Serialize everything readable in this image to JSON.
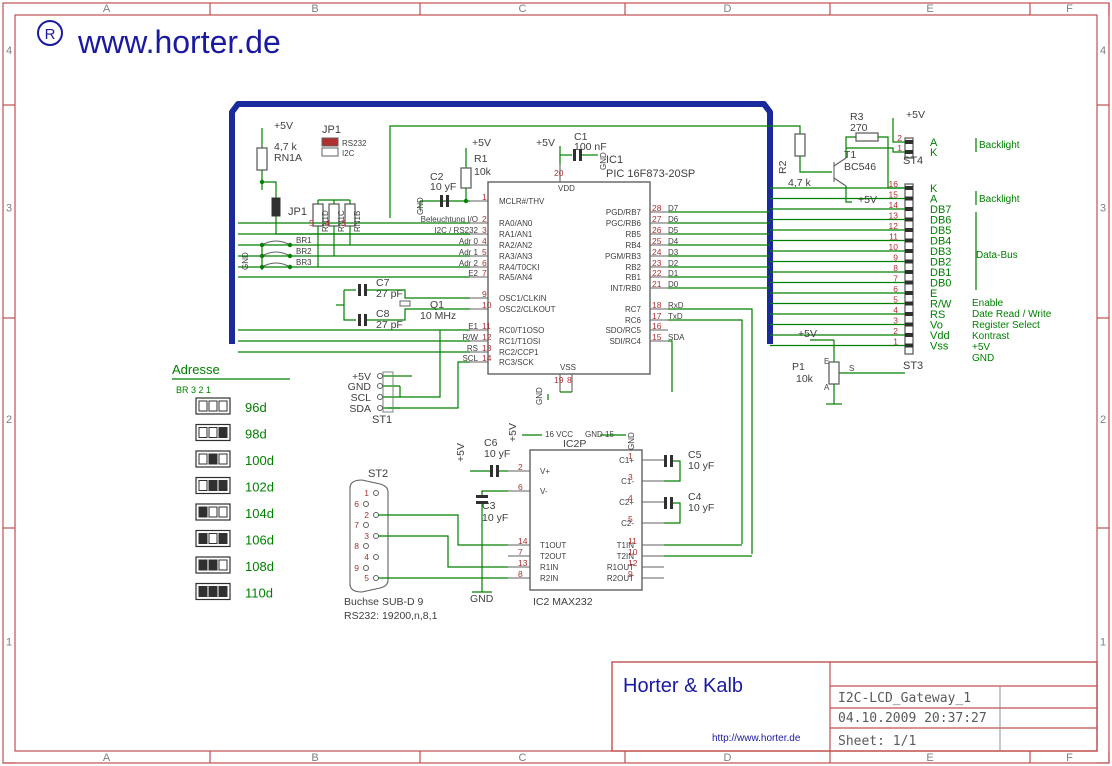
{
  "header": {
    "reg_symbol": "®",
    "website": "www.horter.de"
  },
  "frame": {
    "columns": [
      "A",
      "B",
      "C",
      "D",
      "E",
      "F"
    ],
    "rows": [
      "4",
      "3",
      "2",
      "1"
    ]
  },
  "title_block": {
    "company": "Horter & Kalb",
    "url": "http://www.horter.de",
    "drawing_name": "I2C-LCD_Gateway_1",
    "date": "04.10.2009 20:37:27",
    "sheet": "Sheet: 1/1"
  },
  "address_table": {
    "title": "Adresse",
    "header": "BR 3 2 1",
    "rows": [
      "96d",
      "98d",
      "100d",
      "102d",
      "104d",
      "106d",
      "108d",
      "110d"
    ],
    "fills": [
      [
        0,
        0,
        0
      ],
      [
        0,
        0,
        1
      ],
      [
        0,
        1,
        0
      ],
      [
        0,
        1,
        1
      ],
      [
        1,
        0,
        0
      ],
      [
        1,
        0,
        1
      ],
      [
        1,
        1,
        0
      ],
      [
        1,
        1,
        1
      ]
    ]
  },
  "ic1": {
    "name": "IC1",
    "type": "PIC 16F873-20SP",
    "vdd": "VDD",
    "vss": "VSS",
    "left_pins": [
      {
        "n": "1",
        "name": "MCLR#/THV",
        "net": ""
      },
      {
        "n": "2",
        "name": "RA0/AN0",
        "net": "Beleuchtung I/O"
      },
      {
        "n": "3",
        "name": "RA1/AN1",
        "net": "I2C / RS232"
      },
      {
        "n": "4",
        "name": "RA2/AN2",
        "net": "Adr 0"
      },
      {
        "n": "5",
        "name": "RA3/AN3",
        "net": "Adr 1"
      },
      {
        "n": "6",
        "name": "RA4/T0CKI",
        "net": "Adr 2"
      },
      {
        "n": "7",
        "name": "RA5/AN4",
        "net": "E2"
      },
      {
        "n": "9",
        "name": "OSC1/CLKIN",
        "net": ""
      },
      {
        "n": "10",
        "name": "OSC2/CLKOUT",
        "net": ""
      },
      {
        "n": "11",
        "name": "RC0/T1OSO",
        "net": "E1"
      },
      {
        "n": "12",
        "name": "RC1/T1OSI",
        "net": "R/W"
      },
      {
        "n": "13",
        "name": "RC2/CCP1",
        "net": "RS"
      },
      {
        "n": "14",
        "name": "RC3/SCK",
        "net": "SCL"
      }
    ],
    "right_pins": [
      {
        "n": "28",
        "name": "PGD/RB7",
        "net": "D7"
      },
      {
        "n": "27",
        "name": "PGC/RB6",
        "net": "D6"
      },
      {
        "n": "26",
        "name": "RB5",
        "net": "D5"
      },
      {
        "n": "25",
        "name": "RB4",
        "net": "D4"
      },
      {
        "n": "24",
        "name": "PGM/RB3",
        "net": "D3"
      },
      {
        "n": "23",
        "name": "RB2",
        "net": "D2"
      },
      {
        "n": "22",
        "name": "RB1",
        "net": "D1"
      },
      {
        "n": "21",
        "name": "INT/RB0",
        "net": "D0"
      },
      {
        "n": "18",
        "name": "RC7",
        "net": "RxD"
      },
      {
        "n": "17",
        "name": "RC6",
        "net": "TxD"
      },
      {
        "n": "16",
        "name": "SDO/RC5",
        "net": ""
      },
      {
        "n": "15",
        "name": "SDI/RC4",
        "net": "SDA"
      }
    ],
    "vdd_pin": "20",
    "vss_pins": [
      "19",
      "8"
    ]
  },
  "ic2": {
    "name": "IC2",
    "type": "MAX232",
    "ref": "IC2P",
    "vcc": "16 VCC",
    "gnd": "GND 15",
    "left_pins": [
      {
        "n": "2",
        "name": "V+"
      },
      {
        "n": "6",
        "name": "V-"
      },
      {
        "n": "14",
        "name": "T1OUT"
      },
      {
        "n": "7",
        "name": "T2OUT"
      },
      {
        "n": "13",
        "name": "R1IN"
      },
      {
        "n": "8",
        "name": "R2IN"
      }
    ],
    "right_pins": [
      {
        "n": "1",
        "name": "C1+"
      },
      {
        "n": "3",
        "name": "C1-"
      },
      {
        "n": "4",
        "name": "C2+"
      },
      {
        "n": "5",
        "name": "C2-"
      },
      {
        "n": "11",
        "name": "T1IN"
      },
      {
        "n": "10",
        "name": "T2IN"
      },
      {
        "n": "12",
        "name": "R1OUT"
      },
      {
        "n": "9",
        "name": "R2OUT"
      }
    ]
  },
  "components": {
    "rn1": {
      "name": "RN1A",
      "value": "4,7 k",
      "supply": "+5V"
    },
    "jp1_top": {
      "name": "JP1",
      "label_a": "RS232",
      "label_b": "I2C"
    },
    "jp1_side": {
      "name": "JP1"
    },
    "rn_b": {
      "names": [
        "RN1D",
        "RN1C",
        "RN1B"
      ],
      "pins": [
        "5",
        "4",
        "3"
      ]
    },
    "br": [
      "BR1",
      "BR2",
      "BR3"
    ],
    "r1": {
      "name": "R1",
      "value": "10k",
      "supply": "+5V"
    },
    "c2": {
      "name": "C2",
      "value": "10 yF"
    },
    "c1": {
      "name": "C1",
      "value": "100 nF",
      "supply": "+5V"
    },
    "c7": {
      "name": "C7",
      "value": "27 pF"
    },
    "c8": {
      "name": "C8",
      "value": "27 pF"
    },
    "q1": {
      "name": "Q1",
      "value": "10 MHz"
    },
    "r2": {
      "name": "R2",
      "value": "4,7 k"
    },
    "r3": {
      "name": "R3",
      "value": "270",
      "supply": "+5V"
    },
    "t1": {
      "name": "T1",
      "value": "BC546"
    },
    "p1": {
      "name": "P1",
      "value": "10k",
      "supply": "+5V"
    },
    "c6": {
      "name": "C6",
      "value": "10 yF",
      "supply": "+5V"
    },
    "c3": {
      "name": "C3",
      "value": "10 yF"
    },
    "c5": {
      "name": "C5",
      "value": "10 yF"
    },
    "c4": {
      "name": "C4",
      "value": "10 yF"
    },
    "gnd": "GND",
    "plus5v": "+5V"
  },
  "st1": {
    "name": "ST1",
    "pins": [
      "+5V",
      "GND",
      "SCL",
      "SDA"
    ]
  },
  "st2": {
    "name": "ST2",
    "caption": "Buchse SUB-D 9",
    "settings": "RS232: 19200,n,8,1",
    "pins": [
      "1",
      "6",
      "2",
      "7",
      "3",
      "8",
      "4",
      "9",
      "5"
    ]
  },
  "st4": {
    "name": "ST4",
    "pins": [
      {
        "n": "2",
        "name": "A"
      },
      {
        "n": "1",
        "name": "K"
      }
    ],
    "label": "Backlight"
  },
  "st3": {
    "name": "ST3",
    "pins": [
      {
        "n": "16",
        "name": "K"
      },
      {
        "n": "15",
        "name": "A"
      },
      {
        "n": "14",
        "name": "DB7"
      },
      {
        "n": "13",
        "name": "DB6"
      },
      {
        "n": "12",
        "name": "DB5"
      },
      {
        "n": "11",
        "name": "DB4"
      },
      {
        "n": "10",
        "name": "DB3"
      },
      {
        "n": "9",
        "name": "DB2"
      },
      {
        "n": "8",
        "name": "DB1"
      },
      {
        "n": "7",
        "name": "DB0"
      },
      {
        "n": "6",
        "name": "E"
      },
      {
        "n": "5",
        "name": "R/W"
      },
      {
        "n": "4",
        "name": "RS"
      },
      {
        "n": "3",
        "name": "Vo"
      },
      {
        "n": "2",
        "name": "Vdd"
      },
      {
        "n": "1",
        "name": "Vss"
      }
    ],
    "backlight_label": "Backlight",
    "databus_label": "Data-Bus",
    "descriptions": [
      "Enable",
      "Date Read / Write",
      "Register Select",
      "Kontrast",
      "+5V",
      "GND"
    ]
  },
  "p1_pins": {
    "e": "E",
    "a": "A",
    "s": "S"
  }
}
